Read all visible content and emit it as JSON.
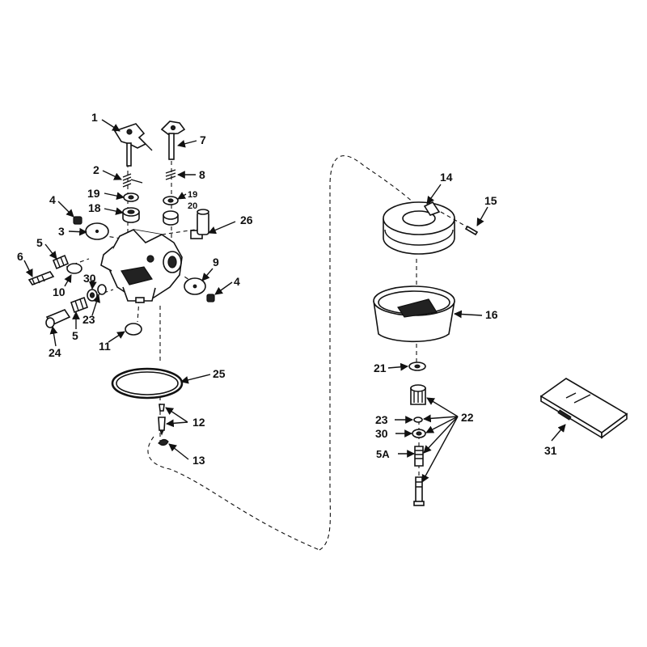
{
  "diagram": {
    "type": "exploded-parts-diagram",
    "colors": {
      "ink": "#111111",
      "background": "#ffffff"
    },
    "callouts": {
      "c1": "1",
      "c2": "2",
      "c3": "3",
      "c4a": "4",
      "c4b": "4",
      "c5a": "5",
      "c5b": "5",
      "c5A": "5A",
      "c6": "6",
      "c7": "7",
      "c8": "8",
      "c9": "9",
      "c10": "10",
      "c11": "11",
      "c12": "12",
      "c13": "13",
      "c14": "14",
      "c15": "15",
      "c16": "16",
      "c18": "18",
      "c19a": "19",
      "c19b": "19",
      "c20": "20",
      "c21": "21",
      "c22": "22",
      "c23a": "23",
      "c23b": "23",
      "c24": "24",
      "c25": "25",
      "c26": "26",
      "c30a": "30",
      "c30b": "30",
      "c31": "31"
    }
  }
}
